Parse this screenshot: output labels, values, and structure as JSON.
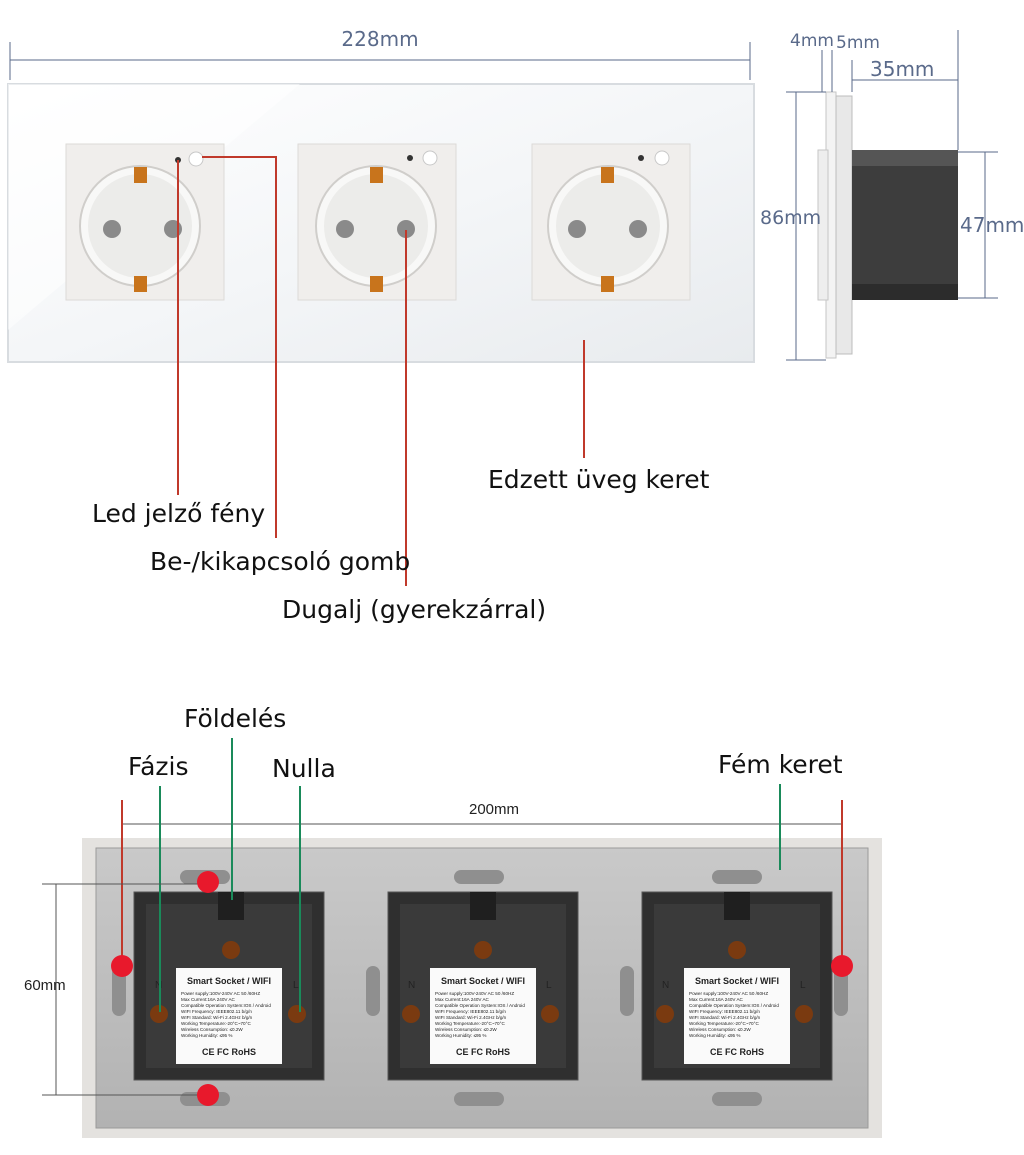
{
  "dimensions": {
    "width_front": "228mm",
    "side_4": "4mm",
    "side_5": "5mm",
    "side_35": "35mm",
    "height_front": "86mm",
    "depth_box": "47mm",
    "width_back": "200mm",
    "height_back": "60mm"
  },
  "front_labels": {
    "led": "Led jelző fény",
    "switch": "Be-/kikapcsoló gomb",
    "socket": "Dugalj (gyerekzárral)",
    "glass": "Edzett üveg keret"
  },
  "back_labels": {
    "earth": "Földelés",
    "phase": "Fázis",
    "neutral": "Nulla",
    "metal_frame": "Fém keret"
  },
  "module_label": {
    "title": "Smart Socket / WIFI",
    "lines": [
      "Power supply:100V-240V AC  50 /60HZ",
      "Max Current:16A  240V AC",
      "Compatible Operation System:IOS / Android",
      "WIFI Frequency: IEEE802.11 b/g/n",
      "WIFI Standard: Wi-Fi 2.4GHz b/g/n",
      "Working Temperature:-20°C~70°C",
      "Wireless Consumption: ≤0.2W",
      "Working Humidity: ≤95 %"
    ],
    "certs": "CE  FC  RoHS"
  },
  "pin_letters": {
    "n": "N",
    "l": "L"
  },
  "colors": {
    "dimension_text": "#5a6a8a",
    "pointer_red": "#c0392b",
    "pointer_green": "#1a8a5a",
    "dot_red": "#e8192c"
  }
}
